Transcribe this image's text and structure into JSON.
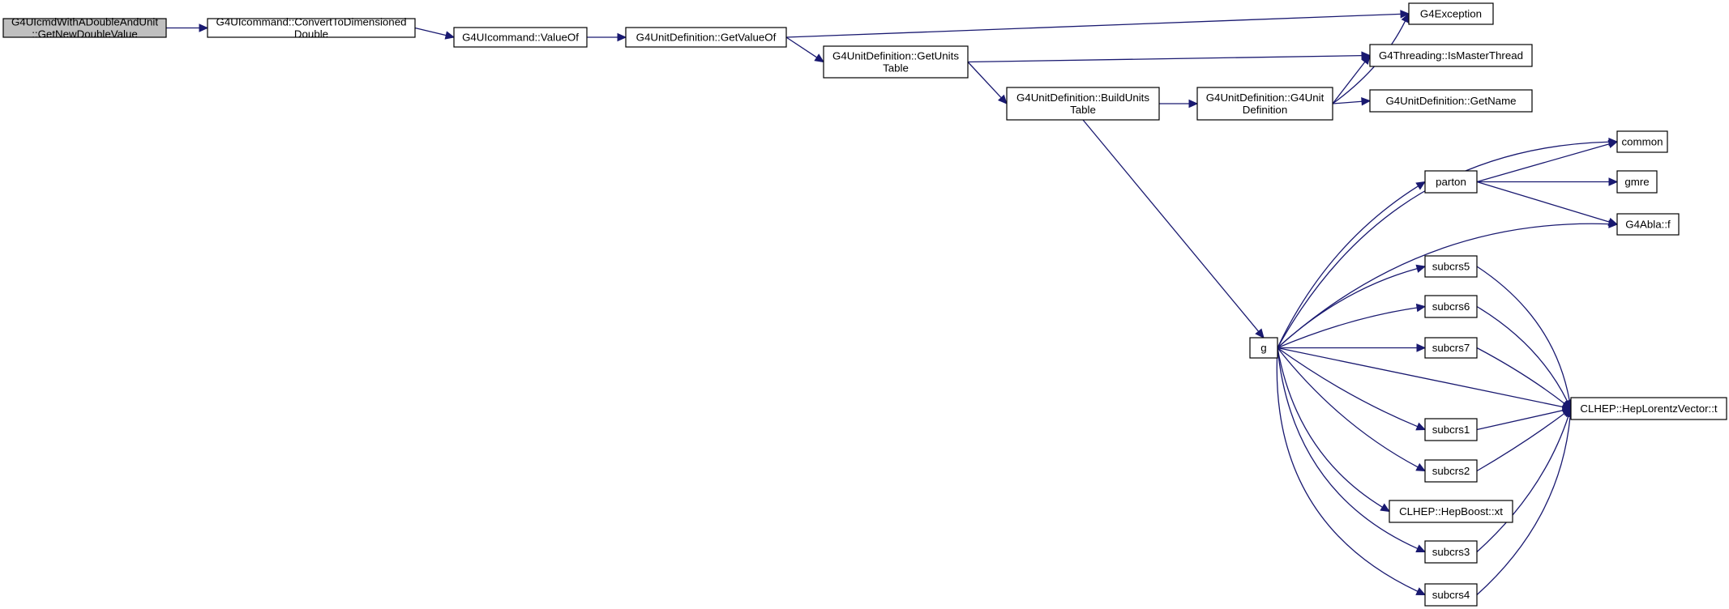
{
  "colors": {
    "edge": "#191970",
    "node_fill": "#ffffff",
    "root_fill": "#bfbfbf",
    "border": "#000000"
  },
  "nodes": [
    {
      "id": "root",
      "lines": [
        "G4UIcmdWithADoubleAndUnit",
        "::GetNewDoubleValue"
      ],
      "highlight": true
    },
    {
      "id": "convert",
      "lines": [
        "G4UIcommand::ConvertToDimensioned",
        "Double"
      ]
    },
    {
      "id": "valueof",
      "lines": [
        "G4UIcommand::ValueOf"
      ]
    },
    {
      "id": "getvalueof",
      "lines": [
        "G4UnitDefinition::GetValueOf"
      ]
    },
    {
      "id": "getunitstable",
      "lines": [
        "G4UnitDefinition::GetUnits",
        "Table"
      ]
    },
    {
      "id": "buildunitstable",
      "lines": [
        "G4UnitDefinition::BuildUnits",
        "Table"
      ]
    },
    {
      "id": "g4unitdef",
      "lines": [
        "G4UnitDefinition::G4Unit",
        "Definition"
      ]
    },
    {
      "id": "g4exception",
      "lines": [
        "G4Exception"
      ]
    },
    {
      "id": "ismaster",
      "lines": [
        "G4Threading::IsMasterThread"
      ]
    },
    {
      "id": "getname",
      "lines": [
        "G4UnitDefinition::GetName"
      ]
    },
    {
      "id": "g",
      "lines": [
        "g"
      ]
    },
    {
      "id": "common",
      "lines": [
        "common"
      ]
    },
    {
      "id": "parton",
      "lines": [
        "parton"
      ]
    },
    {
      "id": "gmre",
      "lines": [
        "gmre"
      ]
    },
    {
      "id": "g4ablaf",
      "lines": [
        "G4Abla::f"
      ]
    },
    {
      "id": "subcrs5",
      "lines": [
        "subcrs5"
      ]
    },
    {
      "id": "subcrs6",
      "lines": [
        "subcrs6"
      ]
    },
    {
      "id": "subcrs7",
      "lines": [
        "subcrs7"
      ]
    },
    {
      "id": "hlvt",
      "lines": [
        "CLHEP::HepLorentzVector::t"
      ]
    },
    {
      "id": "subcrs1",
      "lines": [
        "subcrs1"
      ]
    },
    {
      "id": "subcrs2",
      "lines": [
        "subcrs2"
      ]
    },
    {
      "id": "hepboost",
      "lines": [
        "CLHEP::HepBoost::xt"
      ]
    },
    {
      "id": "subcrs3",
      "lines": [
        "subcrs3"
      ]
    },
    {
      "id": "subcrs4",
      "lines": [
        "subcrs4"
      ]
    }
  ],
  "edges": [
    [
      "root",
      "convert"
    ],
    [
      "convert",
      "valueof"
    ],
    [
      "valueof",
      "getvalueof"
    ],
    [
      "getvalueof",
      "g4exception"
    ],
    [
      "getvalueof",
      "getunitstable"
    ],
    [
      "getunitstable",
      "ismaster"
    ],
    [
      "getunitstable",
      "buildunitstable"
    ],
    [
      "buildunitstable",
      "g4unitdef"
    ],
    [
      "buildunitstable",
      "g"
    ],
    [
      "g4unitdef",
      "g4exception"
    ],
    [
      "g4unitdef",
      "ismaster"
    ],
    [
      "g4unitdef",
      "getname"
    ],
    [
      "g",
      "common"
    ],
    [
      "g",
      "parton"
    ],
    [
      "g",
      "g4ablaf"
    ],
    [
      "g",
      "subcrs5"
    ],
    [
      "g",
      "subcrs6"
    ],
    [
      "g",
      "subcrs7"
    ],
    [
      "g",
      "hlvt"
    ],
    [
      "g",
      "subcrs1"
    ],
    [
      "g",
      "subcrs2"
    ],
    [
      "g",
      "hepboost"
    ],
    [
      "g",
      "subcrs3"
    ],
    [
      "g",
      "subcrs4"
    ],
    [
      "parton",
      "common"
    ],
    [
      "parton",
      "gmre"
    ],
    [
      "parton",
      "g4ablaf"
    ],
    [
      "subcrs5",
      "hlvt"
    ],
    [
      "subcrs6",
      "hlvt"
    ],
    [
      "subcrs7",
      "hlvt"
    ],
    [
      "subcrs1",
      "hlvt"
    ],
    [
      "subcrs2",
      "hlvt"
    ],
    [
      "subcrs3",
      "hlvt"
    ],
    [
      "subcrs4",
      "hlvt"
    ]
  ]
}
